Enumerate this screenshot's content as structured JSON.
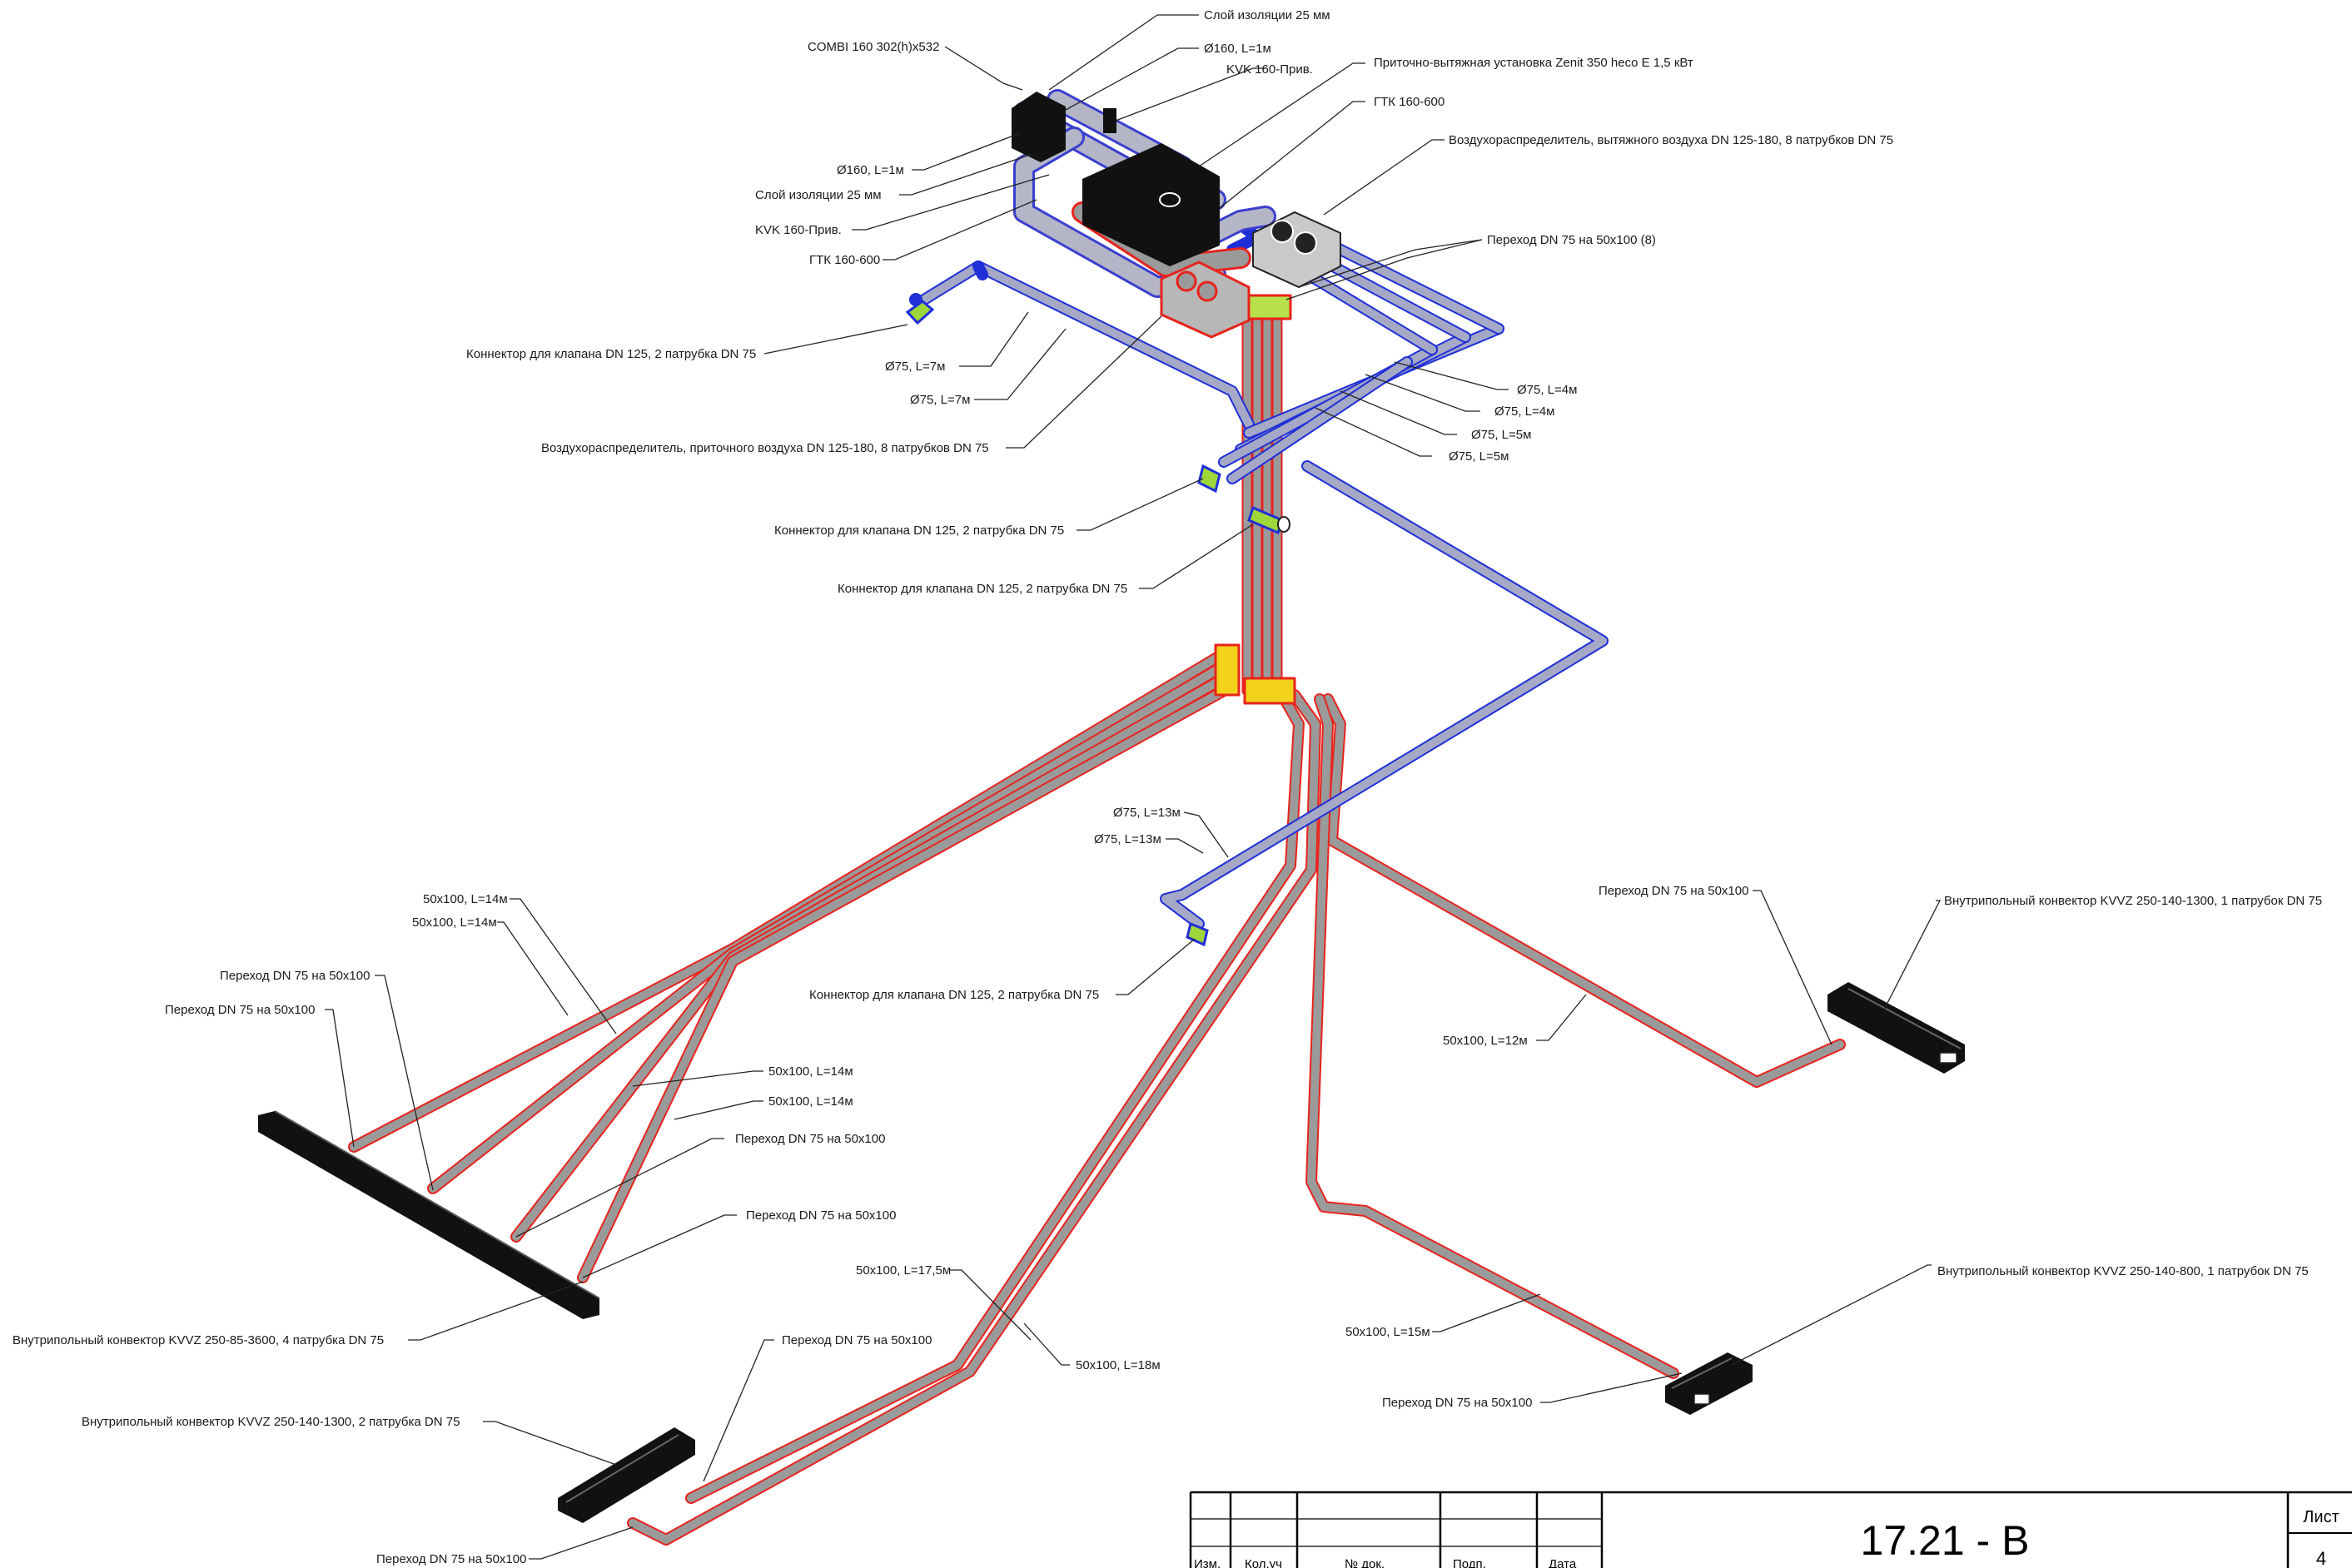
{
  "labels": {
    "insul_top": "Слой изоляции 25 мм",
    "combi": "COMBI 160 302(h)x532",
    "d160_top": "Ø160, L=1м",
    "kvk_top": "KVK 160-Прив.",
    "zenit": "Приточно-вытяжная установка Zenit 350 heco E 1,5 кВт",
    "gtk_top": "ГТК 160-600",
    "exhaust_distrib": "Воздухораспределитель, вытяжного воздуха DN 125-180, 8 патрубков DN 75",
    "d160_left": "Ø160, L=1м",
    "insul_left": "Слой изоляции 25 мм",
    "kvk_left": "KVK 160-Прив.",
    "gtk_left": "ГТК 160-600",
    "transition_8": "Переход DN 75 на 50x100 (8)",
    "connector_1": "Коннектор для клапана DN 125, 2 патрубка DN 75",
    "d75_7a": "Ø75, L=7м",
    "d75_7b": "Ø75, L=7м",
    "supply_distrib": "Воздухораспределитель, приточного воздуха DN 125-180, 8 патрубков DN 75",
    "d75_4a": "Ø75, L=4м",
    "d75_4b": "Ø75, L=4м",
    "d75_5a": "Ø75, L=5м",
    "d75_5b": "Ø75, L=5м",
    "connector_2": "Коннектор для клапана DN 125, 2 патрубка DN 75",
    "connector_3": "Коннектор для клапана DN 125, 2 патрубка DN 75",
    "d75_13a": "Ø75, L=13м",
    "d75_13b": "Ø75, L=13м",
    "connector_4": "Коннектор для клапана DN 125, 2 патрубка DN 75",
    "rect_14a": "50x100, L=14м",
    "rect_14b": "50x100, L=14м",
    "trans_l1": "Переход DN 75 на 50x100",
    "trans_l2": "Переход DN 75 на 50x100",
    "rect_14c": "50x100, L=14м",
    "rect_14d": "50x100, L=14м",
    "trans_l3": "Переход DN 75 на 50x100",
    "trans_l4": "Переход DN 75 на 50x100",
    "convector_3600": "Внутрипольный конвектор KVVZ 250-85-3600, 4 патрубка DN 75",
    "rect_175": "50x100, L=17,5м",
    "rect_18": "50x100, L=18м",
    "trans_l5": "Переход DN 75 на 50x100",
    "convector_1300_2": "Внутрипольный конвектор KVVZ 250-140-1300, 2 патрубка DN 75",
    "trans_l6": "Переход DN 75 на 50x100",
    "trans_r1": "Переход DN 75 на 50x100",
    "convector_1300_1": "Внутрипольный конвектор KVVZ 250-140-1300, 1 патрубок DN 75",
    "rect_12": "50x100, L=12м",
    "convector_800": "Внутрипольный конвектор KVVZ 250-140-800, 1 патрубок DN 75",
    "rect_15": "50x100, L=15м",
    "trans_r2": "Переход DN 75 на 50x100"
  },
  "title_block": {
    "code": "17.21 - В",
    "sheet_label": "Лист",
    "sheet_number": "4",
    "col_1": "Изм.",
    "col_2": "Кол.уч",
    "col_3": "№ док.",
    "col_4": "Подп.",
    "col_5": "Дата"
  },
  "colors": {
    "supply_duct": "#9a9a9a",
    "duct_outline": "#e8231c",
    "exhaust_duct": "#a5a9c6",
    "exhaust_outline": "#1f2fd8",
    "unit": "#111111",
    "connector": "#9fd63a"
  }
}
